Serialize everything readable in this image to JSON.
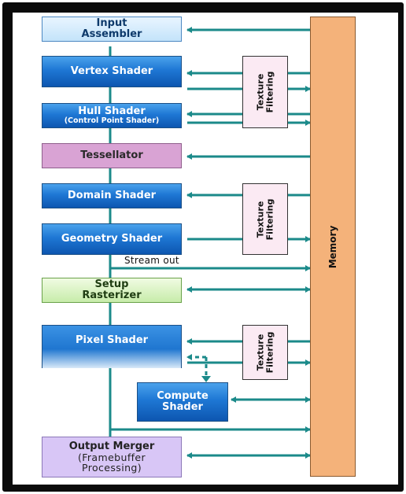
{
  "stages": {
    "input_assembler": "Input\nAssembler",
    "vertex_shader": "Vertex Shader",
    "hull_shader": "Hull Shader",
    "hull_shader_sub": "(Control Point Shader)",
    "tessellator": "Tessellator",
    "domain_shader": "Domain Shader",
    "geometry_shader": "Geometry Shader",
    "setup_rasterizer": "Setup\nRasterizer",
    "pixel_shader": "Pixel Shader",
    "compute_shader": "Compute\nShader",
    "output_merger": "Output Merger",
    "output_merger_sub": "(Framebuffer\nProcessing)"
  },
  "texture_filtering": [
    "Texture\nFiltering",
    "Texture\nFiltering",
    "Texture\nFiltering"
  ],
  "memory": "Memory",
  "stream_out": "Stream out",
  "colors": {
    "arrow": "#1b8a8a",
    "shader_blue": "#1e77d4",
    "memory": "#f4b27a",
    "tessellator": "#d9a3d4",
    "rasterizer": "#c7ecaa",
    "output_merger": "#d8c6f6",
    "texture": "#fbeaf3"
  }
}
